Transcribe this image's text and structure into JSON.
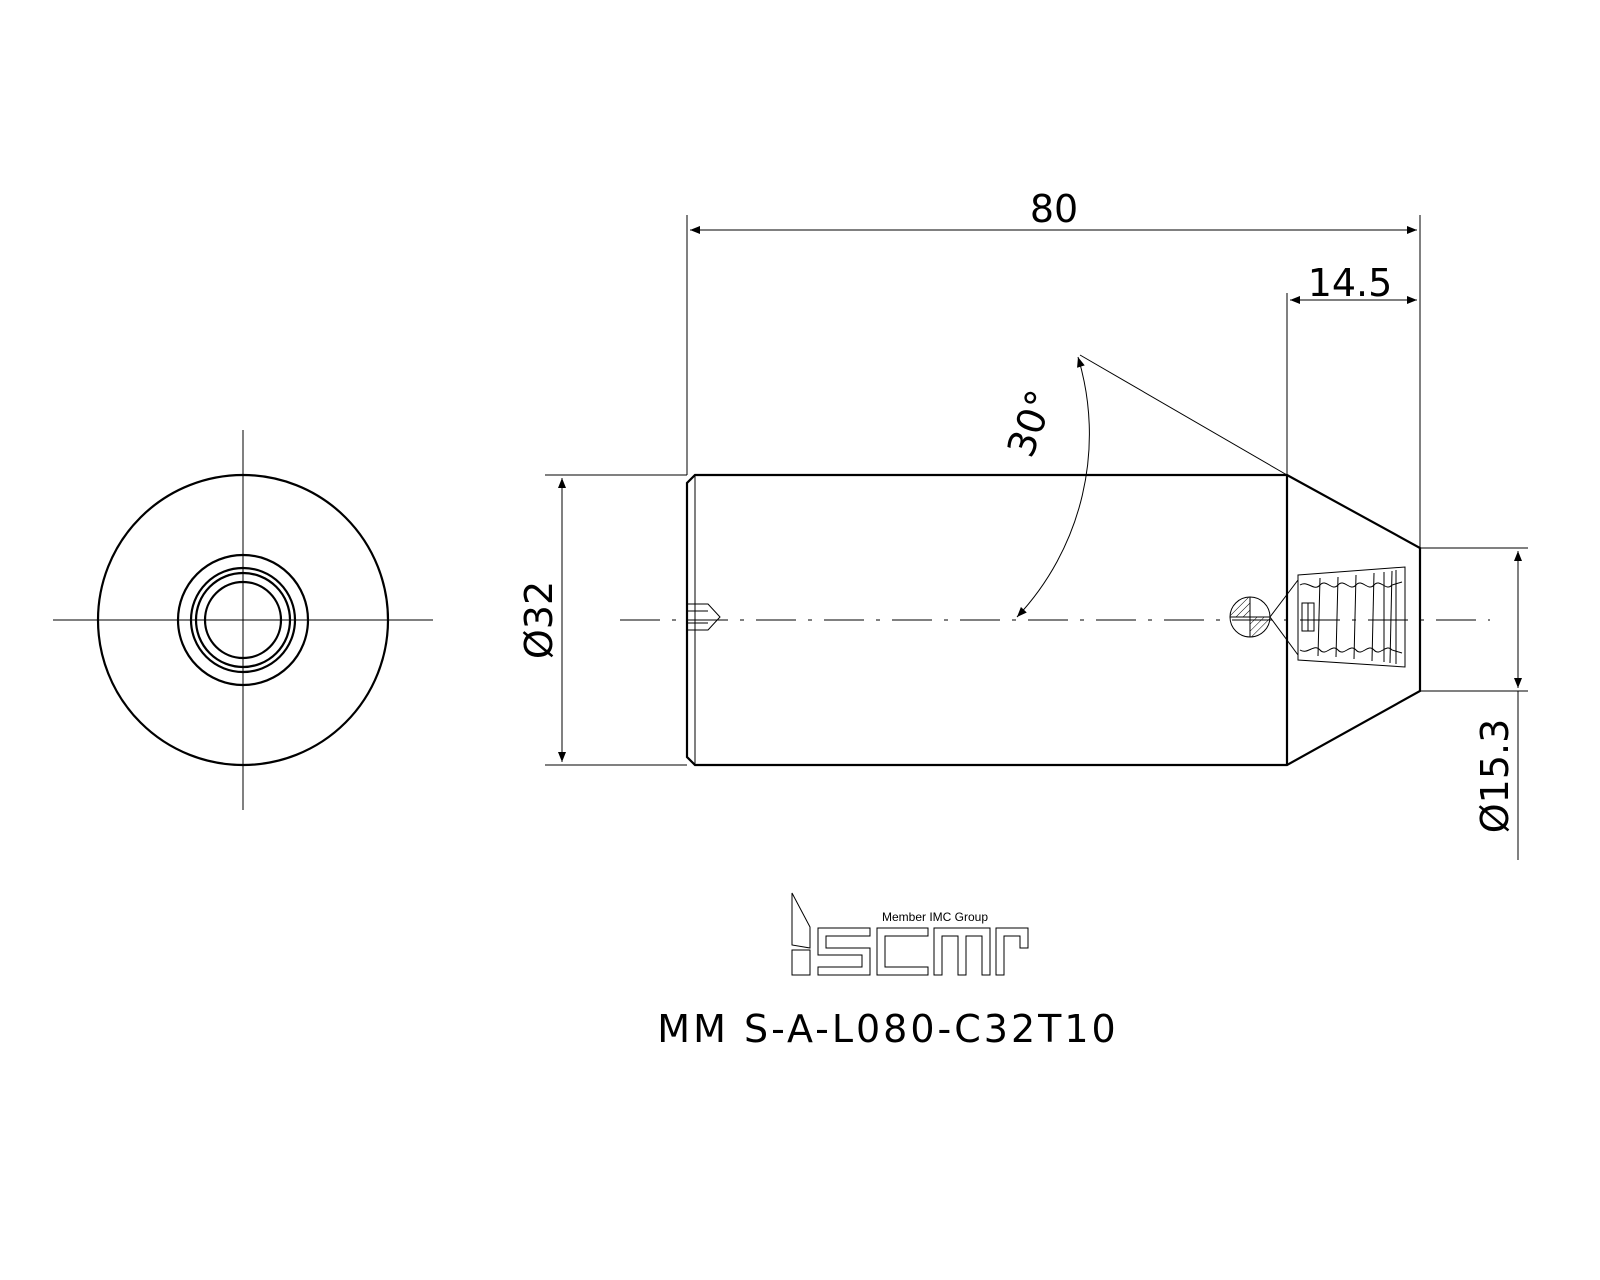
{
  "drawing": {
    "dimensions": {
      "overall_length": "80",
      "cone_length": "14.5",
      "angle": "30°",
      "body_diameter": "Ø32",
      "tip_diameter": "Ø15.3"
    },
    "logo": {
      "brand": "iscar",
      "tagline": "Member IMC Group"
    },
    "part_number": "MM S-A-L080-C32T10",
    "colors": {
      "line": "#000000",
      "background": "#ffffff"
    }
  }
}
